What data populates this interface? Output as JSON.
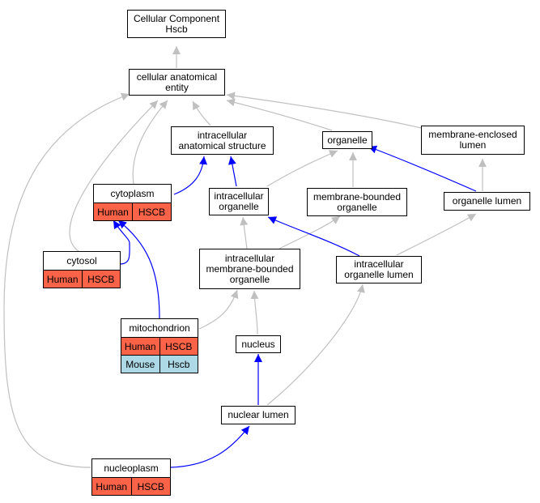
{
  "colors": {
    "grey_edge": "#c0c0c0",
    "blue_edge": "#0000ff",
    "human_fill": "#fa6347",
    "mouse_fill": "#add8e6"
  },
  "nodes": {
    "root": "Cellular Component\nHscb",
    "cae": "cellular anatomical\nentity",
    "ias": "intracellular\nanatomical structure",
    "organelle": "organelle",
    "mel": "membrane-enclosed\nlumen",
    "io": "intracellular\norganelle",
    "mbo": "membrane-bounded\norganelle",
    "ol": "organelle lumen",
    "imbo": "intracellular\nmembrane-bounded\norganelle",
    "iol": "intracellular\norganelle lumen",
    "nucleus": "nucleus",
    "nl": "nuclear lumen"
  },
  "tagged": {
    "cytoplasm": {
      "title": "cytoplasm",
      "rows": [
        {
          "species": "Human",
          "gene": "HSCB"
        }
      ]
    },
    "cytosol": {
      "title": "cytosol",
      "rows": [
        {
          "species": "Human",
          "gene": "HSCB"
        }
      ]
    },
    "mitochondrion": {
      "title": "mitochondrion",
      "rows": [
        {
          "species": "Human",
          "gene": "HSCB"
        },
        {
          "species": "Mouse",
          "gene": "Hscb"
        }
      ]
    },
    "nucleoplasm": {
      "title": "nucleoplasm",
      "rows": [
        {
          "species": "Human",
          "gene": "HSCB"
        }
      ]
    }
  }
}
